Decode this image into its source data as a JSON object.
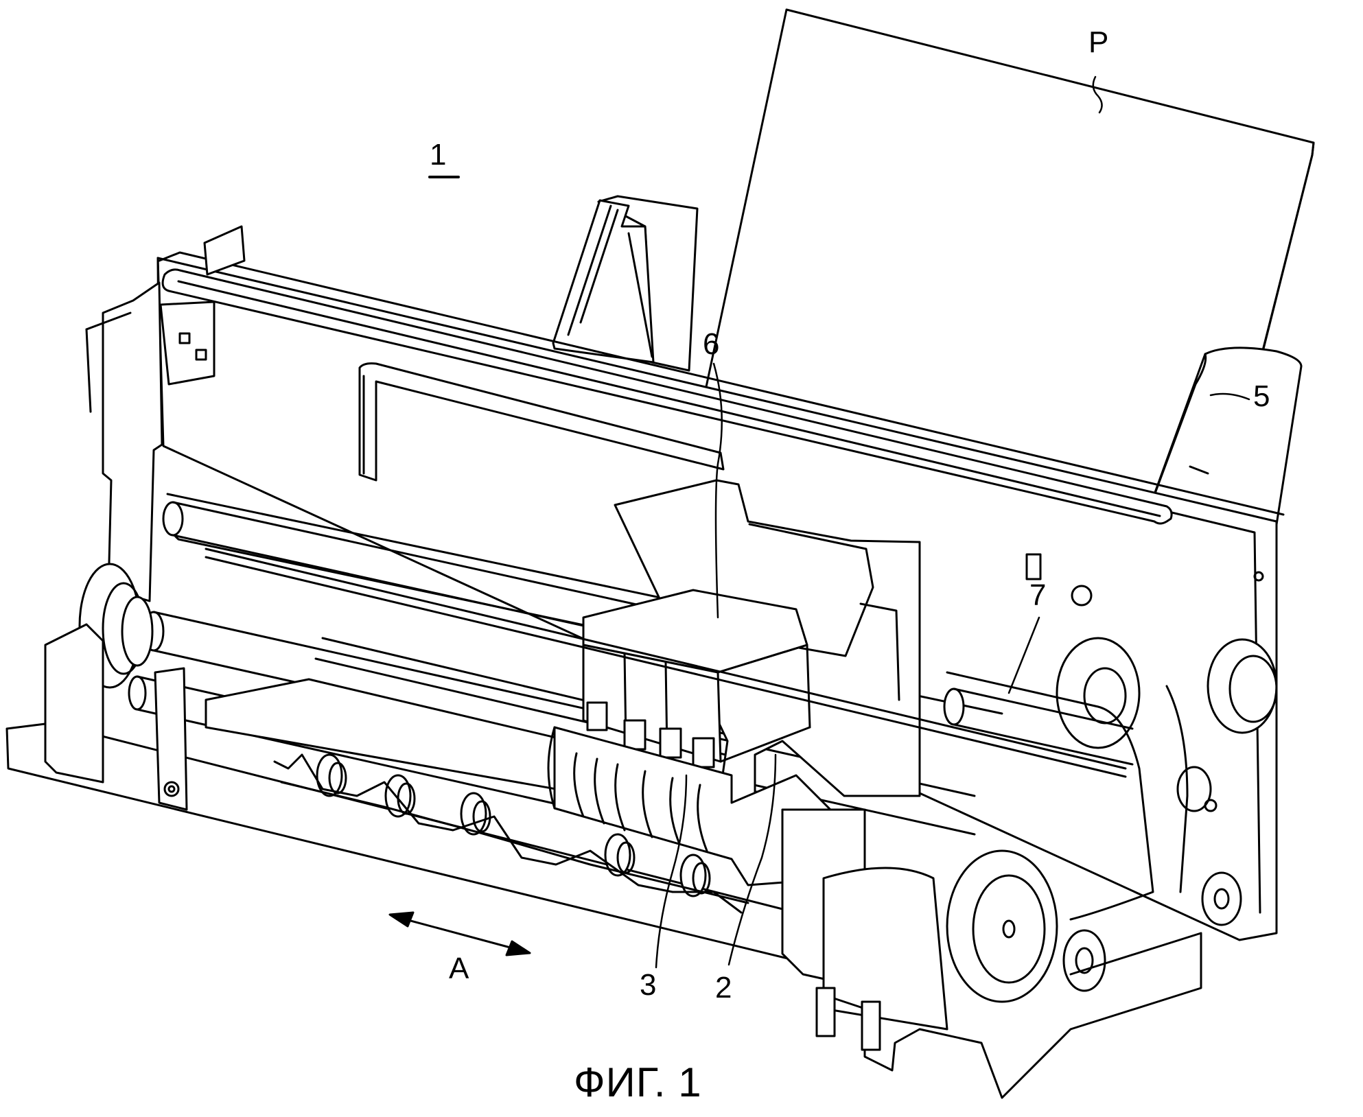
{
  "figure": {
    "caption": "ФИГ. 1",
    "labels": {
      "device": "1",
      "paper": "P",
      "tray": "5",
      "cartridge": "6",
      "shaft": "7",
      "head": "3",
      "carriage": "2",
      "direction": "A"
    },
    "line_color": "#000000",
    "background": "#ffffff"
  }
}
